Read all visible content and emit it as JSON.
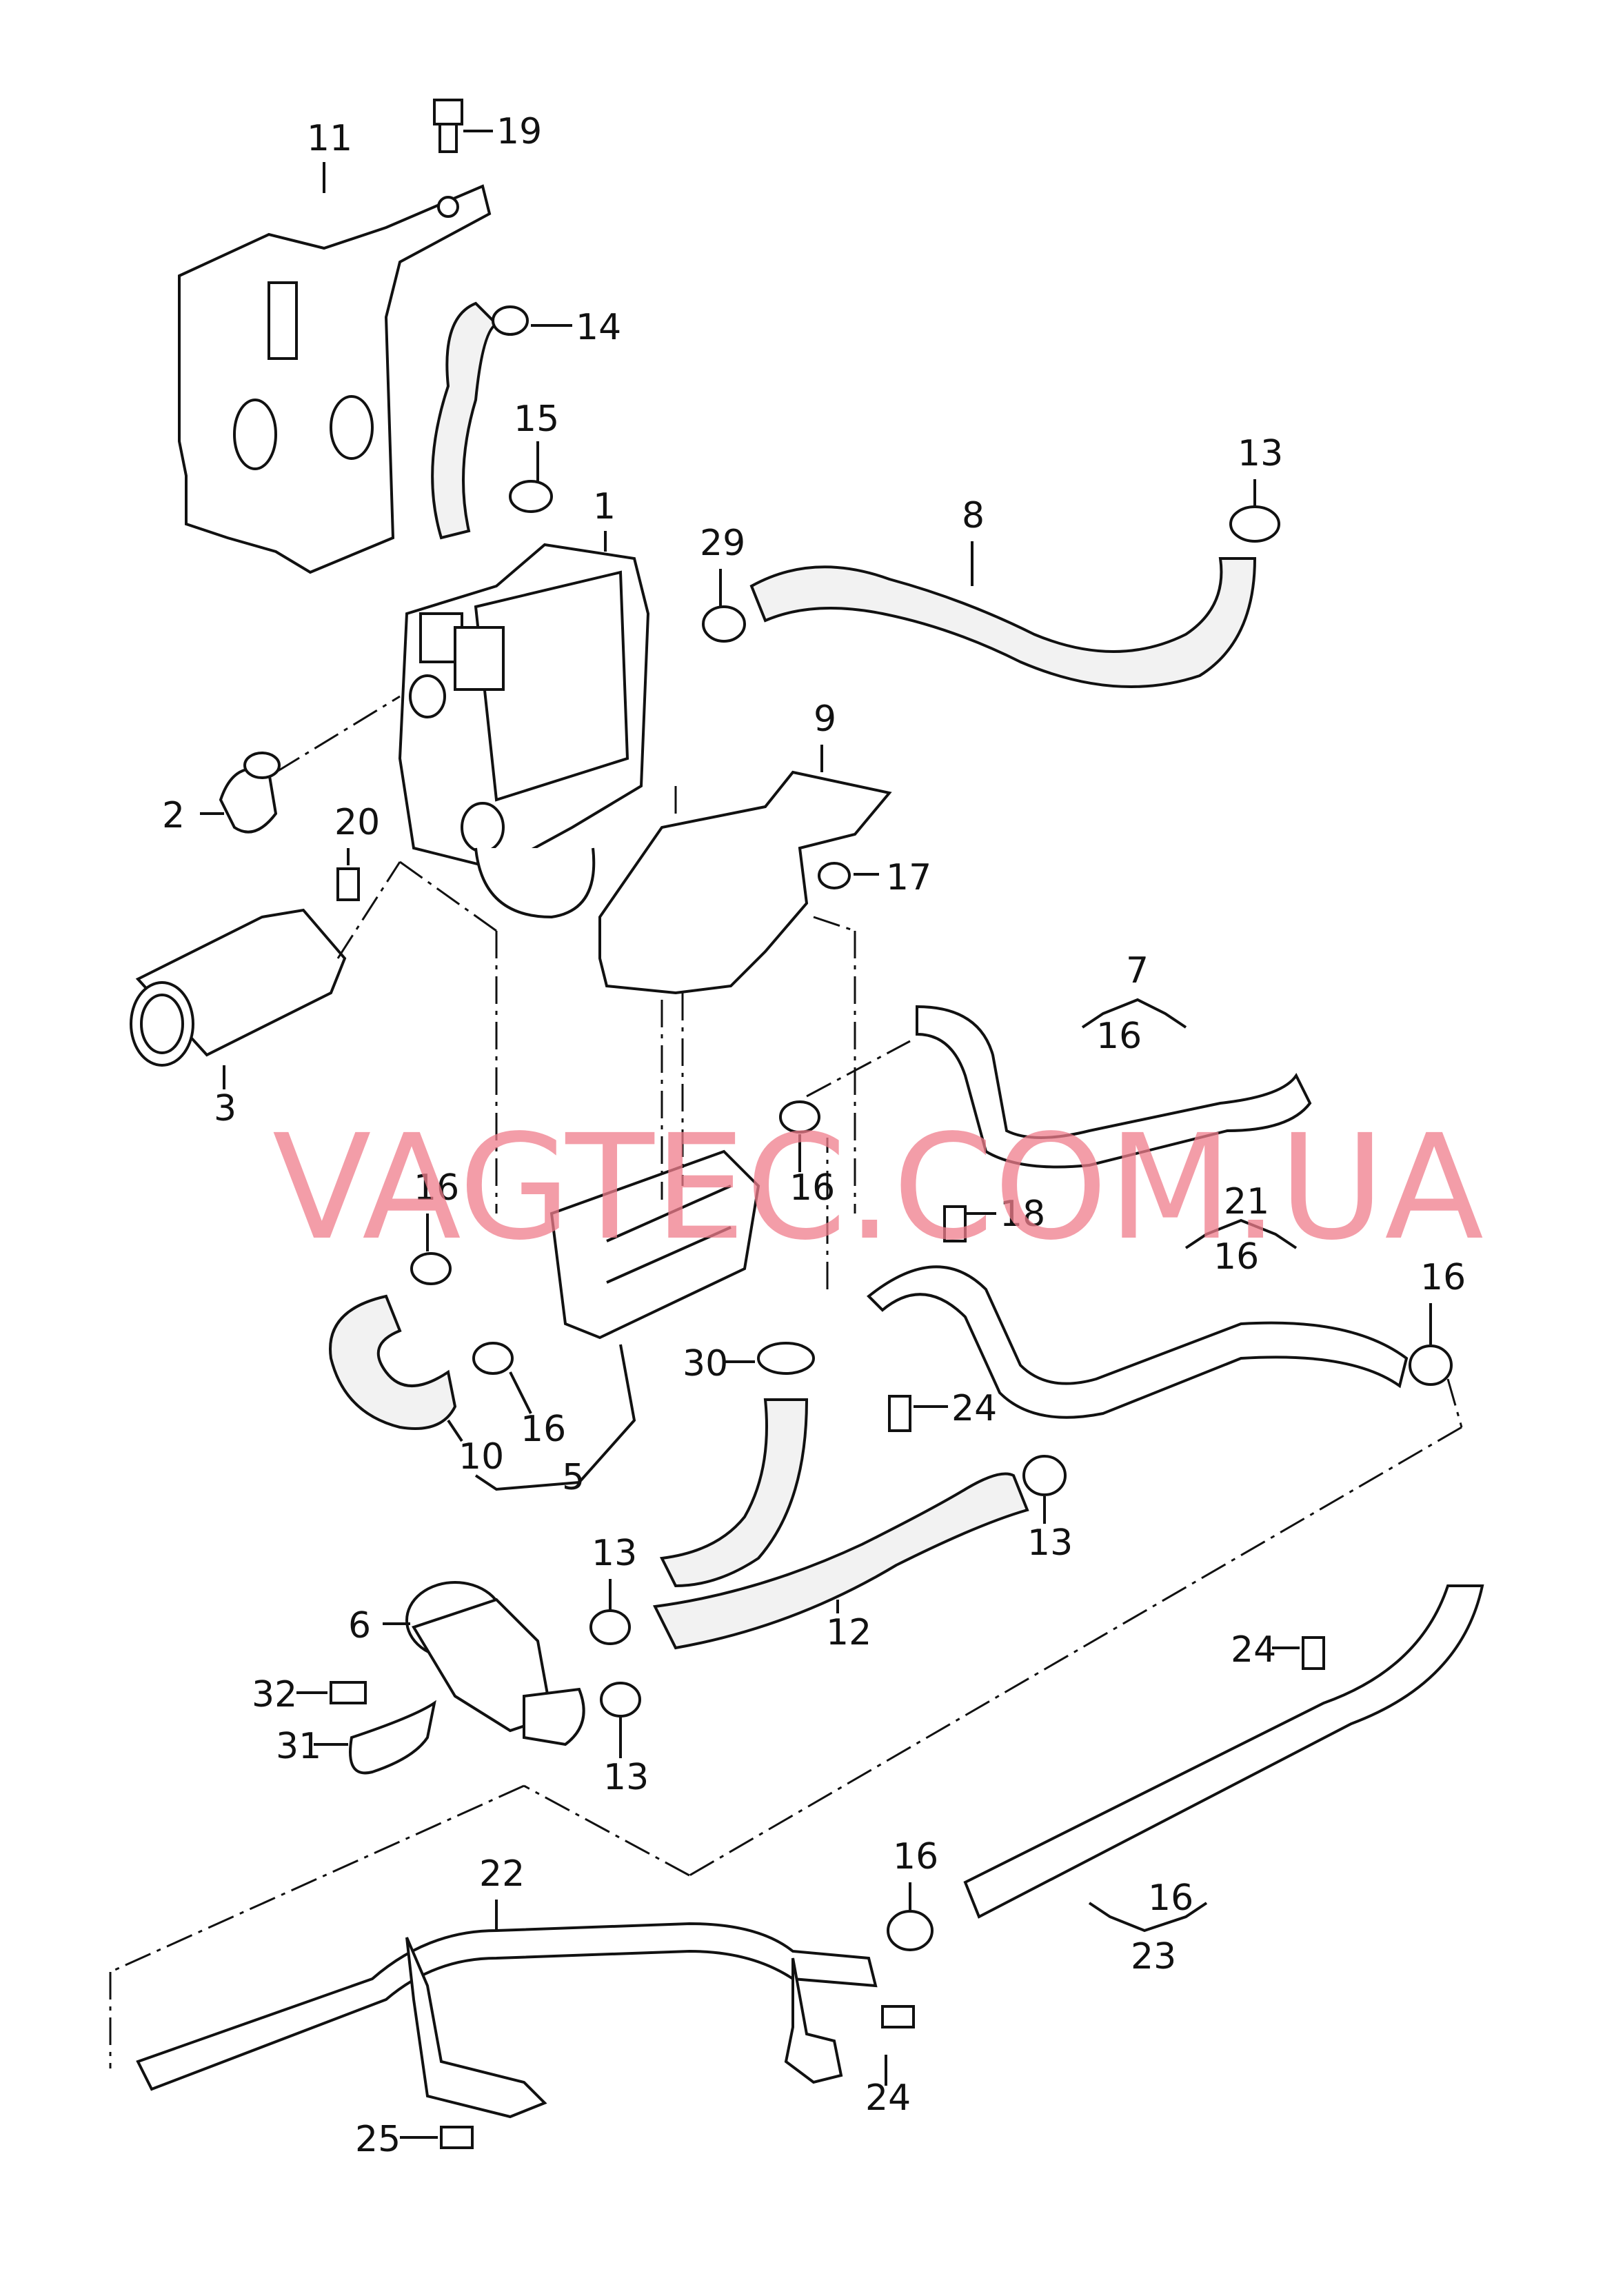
{
  "watermark": "VAGTEC.COM.UA",
  "callouts": [
    "1",
    "2",
    "3",
    "5",
    "6",
    "7",
    "8",
    "9",
    "10",
    "11",
    "12",
    "13",
    "14",
    "15",
    "16",
    "17",
    "18",
    "19",
    "20",
    "21",
    "22",
    "23",
    "24",
    "25",
    "29",
    "30",
    "31",
    "32"
  ],
  "labels": {
    "l11": "11",
    "l19": "19",
    "l14": "14",
    "l15": "15",
    "l1": "1",
    "l29": "29",
    "l8": "8",
    "l13a": "13",
    "l9": "9",
    "l17": "17",
    "l2": "2",
    "l20": "20",
    "l3": "3",
    "l7": "7",
    "l16a": "16",
    "l16b": "16",
    "l16c": "16",
    "l18": "18",
    "l21": "21",
    "l16d": "16",
    "l16e": "16",
    "l16f": "16",
    "l30": "30",
    "l24a": "24",
    "l10": "10",
    "l5": "5",
    "l13b": "13",
    "l13c": "13",
    "l12": "12",
    "l6": "6",
    "l32": "32",
    "l31": "31",
    "l13d": "13",
    "l24b": "24",
    "l22": "22",
    "l16g": "16",
    "l16h": "16",
    "l23": "23",
    "l24c": "24",
    "l25": "25"
  }
}
